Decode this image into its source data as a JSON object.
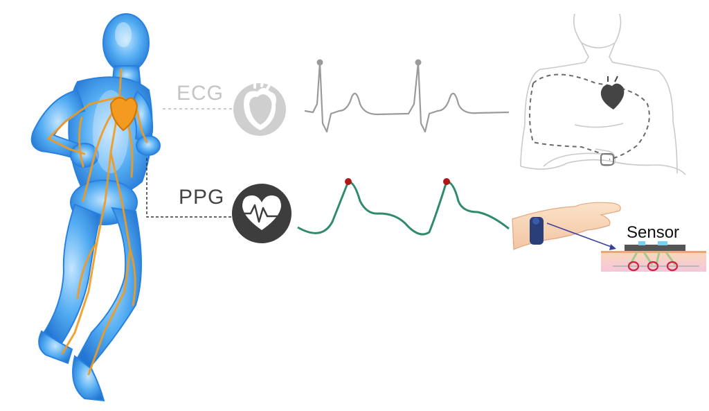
{
  "labels": {
    "ecg": "ECG",
    "ppg": "PPG",
    "sensor": "Sensor"
  },
  "icons": {
    "ecg_icon": "heart-icon",
    "ppg_icon": "heart-pulse-icon",
    "runner": "runner-illustration",
    "torso": "torso-outline-illustration",
    "wrist": "wrist-band-illustration",
    "skin": "skin-cross-section-icon"
  },
  "colors": {
    "ecg_wave": "#9a9a9a",
    "ppg_wave": "#2f8a6e",
    "ppg_peak": "#b01818",
    "runner_body": "#3aa0ee",
    "vessels": "#f29a1e",
    "ppg_icon_bg": "#3d3d3d",
    "ecg_icon_bg": "#cfcfcf"
  }
}
